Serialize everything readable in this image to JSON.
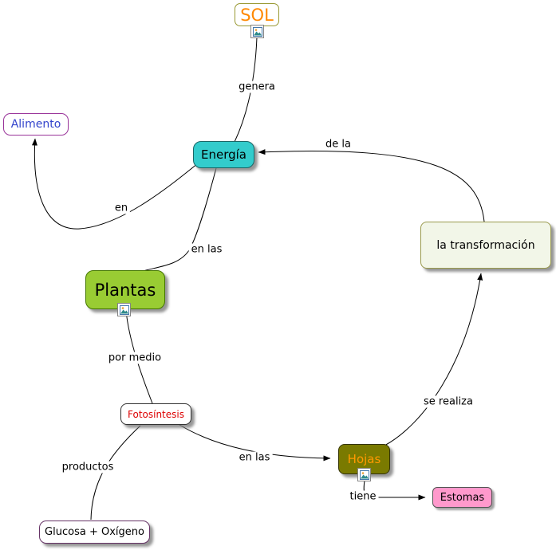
{
  "nodes": {
    "sol": {
      "label": "SOL",
      "text_color": "#ff8800",
      "bg": "#ffffff",
      "border": "#999933"
    },
    "alimento": {
      "label": "Alimento",
      "text_color": "#3344cc",
      "bg": "#ffffff",
      "border": "#993399"
    },
    "energia": {
      "label": "Energía",
      "text_color": "#000000",
      "bg": "#33cccc"
    },
    "transformacion": {
      "label": "la transformación",
      "text_color": "#000000",
      "bg": "#f2f6e8"
    },
    "plantas": {
      "label": "Plantas",
      "text_color": "#000000",
      "bg": "#99cc33"
    },
    "fotosintesis": {
      "label": "Fotosíntesis",
      "text_color": "#dd0000",
      "bg": "#ffffff"
    },
    "hojas": {
      "label": "Hojas",
      "text_color": "#ff9900",
      "bg": "#7a7a00"
    },
    "estomas": {
      "label": "Estomas",
      "text_color": "#000000",
      "bg": "#ff99cc"
    },
    "glucosa": {
      "label": "Glucosa + Oxígeno",
      "text_color": "#000000",
      "bg": "#ffffff",
      "border": "#663366"
    }
  },
  "links": {
    "genera": "genera",
    "de_la": "de la",
    "en": "en",
    "en_las_plantas": "en las",
    "por_medio": "por medio",
    "se_realiza": "se realiza",
    "en_las_hojas": "en las",
    "productos": "productos",
    "tiene": "tiene"
  },
  "icons": {
    "resource": "image-resource-icon"
  },
  "canvas": {
    "background": "#ffffff",
    "line_color": "#000000"
  }
}
